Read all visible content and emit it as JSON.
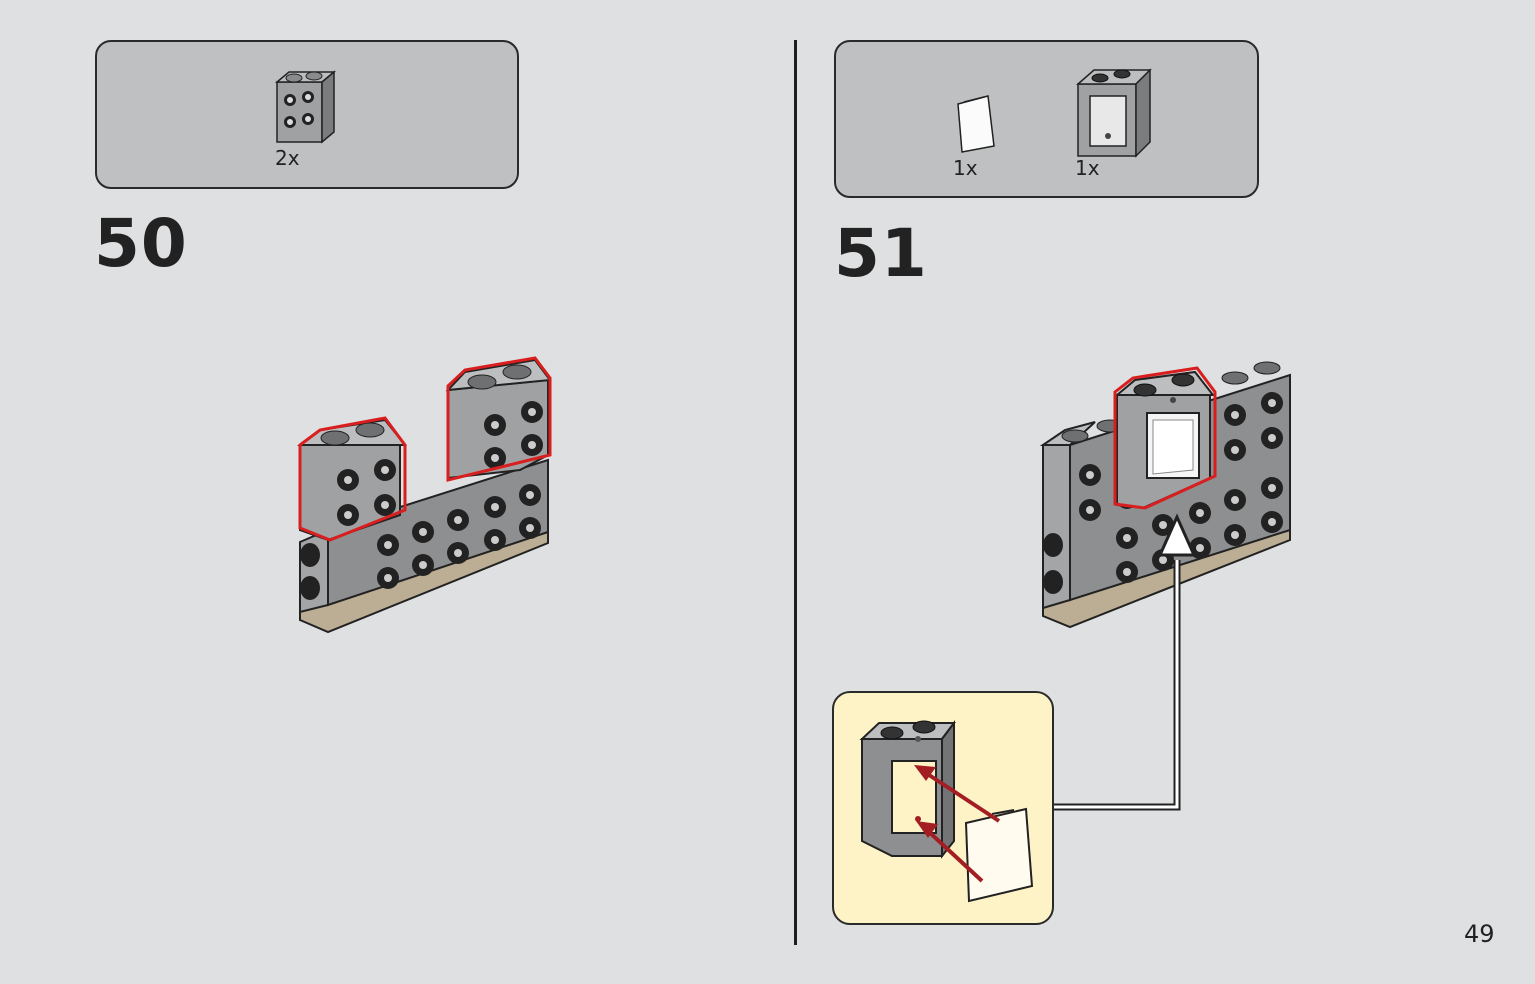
{
  "steps": [
    {
      "number": "50",
      "parts": [
        {
          "qty": "2x",
          "icon": "brick-1x2-side-studs-icon"
        }
      ]
    },
    {
      "number": "51",
      "parts": [
        {
          "qty": "1x",
          "icon": "window-glass-pane-icon"
        },
        {
          "qty": "1x",
          "icon": "window-frame-1x2x2-icon"
        }
      ]
    }
  ],
  "page_number": "49",
  "colors": {
    "background": "#dfe0e1",
    "parts_box": "#bfc0c1",
    "callout": "#fdf3c6",
    "highlight": "#d81e1e",
    "arrow": "#a31e23",
    "brick_gray": "#a0a1a2",
    "base_tan": "#bcae94"
  }
}
